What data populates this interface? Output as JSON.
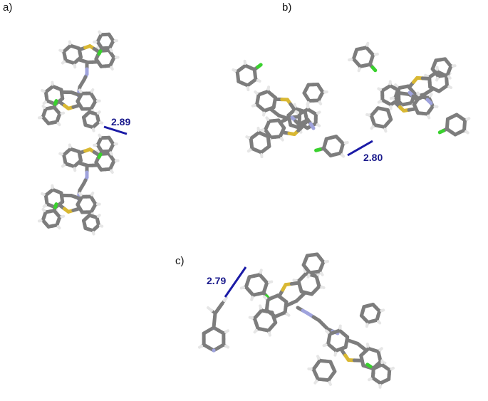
{
  "panels": [
    {
      "label": "a)",
      "distance": "2.89"
    },
    {
      "label": "b)",
      "distance": "2.80"
    },
    {
      "label": "c)",
      "distance": "2.79"
    }
  ],
  "colors": {
    "carbon": "#7d7d7d",
    "carbon_dark": "#4a4a4a",
    "hydrogen": "#e6e6e6",
    "nitrogen": "#9fa3dd",
    "sulfur": "#d9b833",
    "chlorine": "#3ad12e",
    "contact": "#1a1aa6",
    "label": "#1a1a8c"
  }
}
